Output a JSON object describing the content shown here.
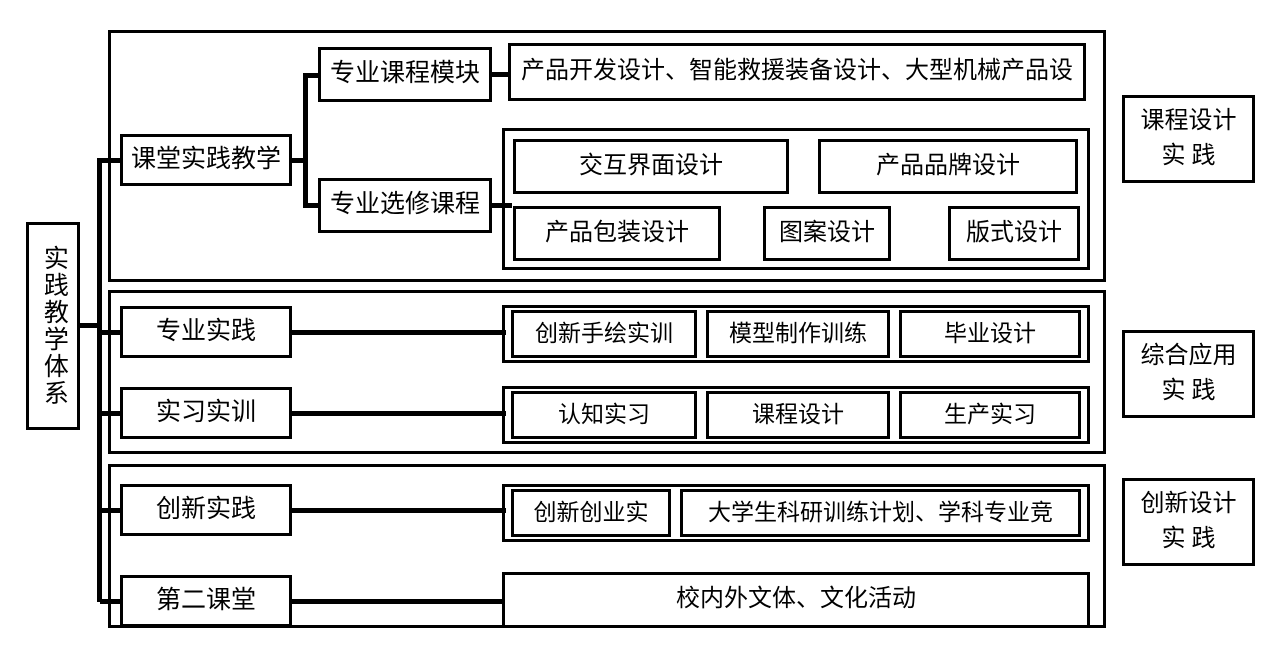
{
  "diagram": {
    "title": "实践教学体系",
    "root": {
      "label": "实践教学体系"
    },
    "groups": [
      {
        "id": "classroom",
        "category_line1": "课程设计",
        "category_line2": "实 践",
        "nodes": [
          {
            "label": "课堂实践教学",
            "children": [
              {
                "label": "专业课程模块",
                "items": [
                  "产品开发设计、智能救援装备设计、大型机械产品设"
                ]
              },
              {
                "label": "专业选修课程",
                "items": [
                  "交互界面设计",
                  "产品品牌设计",
                  "产品包装设计",
                  "图案设计",
                  "版式设计"
                ]
              }
            ]
          }
        ]
      },
      {
        "id": "comprehensive",
        "category_line1": "综合应用",
        "category_line2": "实 践",
        "nodes": [
          {
            "label": "专业实践",
            "items": [
              "创新手绘实训",
              "模型制作训练",
              "毕业设计"
            ]
          },
          {
            "label": "实习实训",
            "items": [
              "认知实习",
              "课程设计",
              "生产实习"
            ]
          }
        ]
      },
      {
        "id": "innovation",
        "category_line1": "创新设计",
        "category_line2": "实 践",
        "nodes": [
          {
            "label": "创新实践",
            "items": [
              "创新创业实",
              "大学生科研训练计划、学科专业竞"
            ]
          },
          {
            "label": "第二课堂",
            "items": [
              "校内外文体、文化活动"
            ]
          }
        ]
      }
    ]
  },
  "colors": {
    "stroke": "#000000",
    "background": "#ffffff",
    "text": "#000000"
  }
}
